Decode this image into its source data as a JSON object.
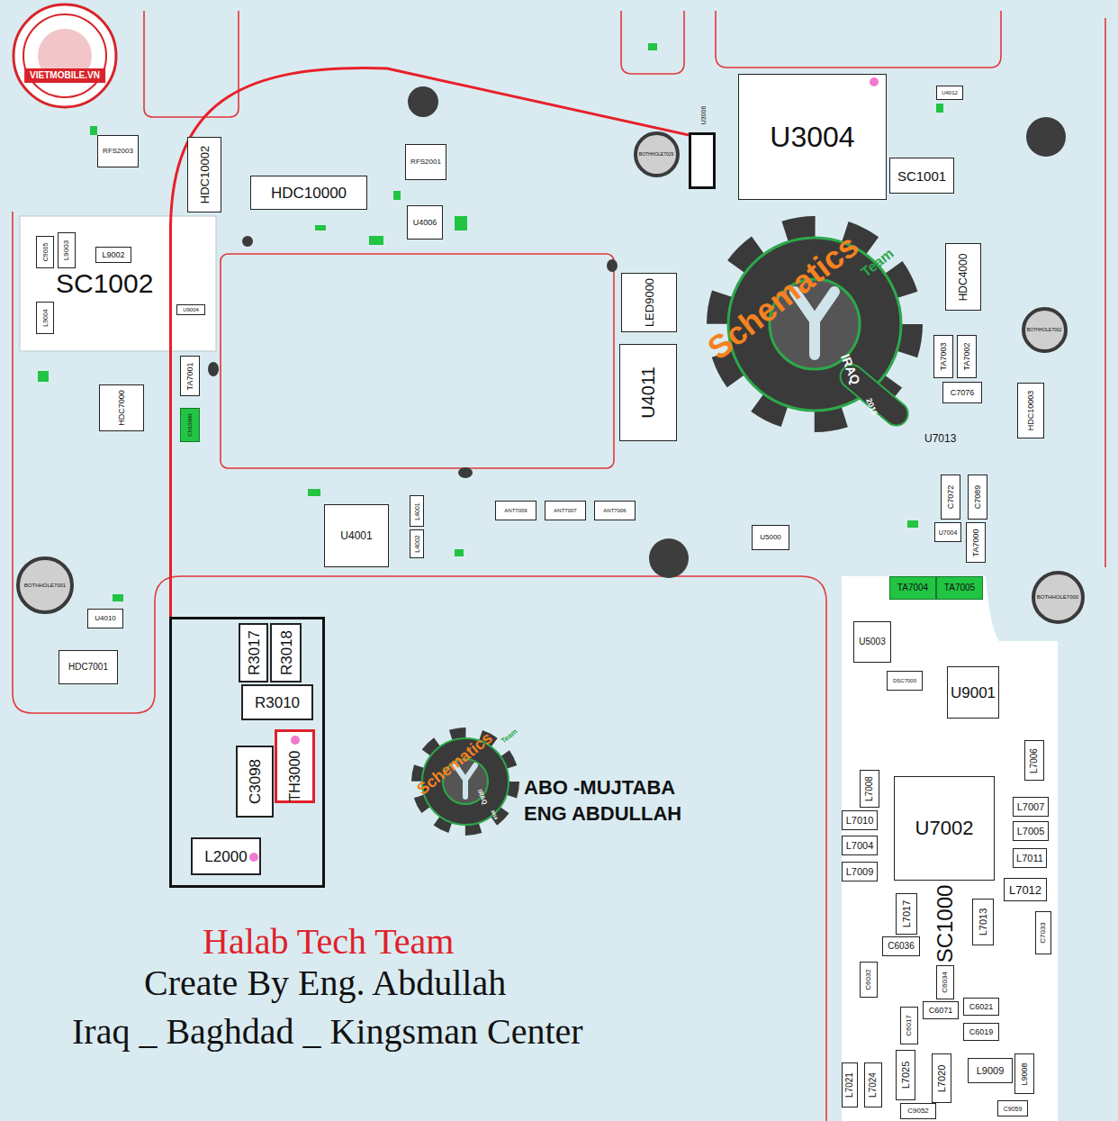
{
  "diagram": {
    "nodes": [
      {
        "text": [
          "RFS2003"
        ]
      },
      {
        "text": [
          "U3006"
        ]
      },
      {
        "text": [
          "U3004"
        ]
      },
      {
        "text": [
          "U4012"
        ]
      },
      {
        "text": [
          "BOTHHOLE7029"
        ]
      },
      {
        "text": [
          "HDC10002"
        ]
      },
      {
        "text": [
          "HDC10000"
        ]
      },
      {
        "text": [
          "RFS2001"
        ]
      },
      {
        "text": [
          "SC1001"
        ]
      },
      {
        "text": [
          "U4006"
        ]
      },
      {
        "text": [
          "HDC4000"
        ]
      },
      {
        "text": [
          "C9005"
        ]
      },
      {
        "text": [
          "L9003"
        ]
      },
      {
        "text": [
          "L9002"
        ]
      },
      {
        "text": [
          "LED9000"
        ]
      },
      {
        "text": [
          "L9004"
        ]
      },
      {
        "text": [
          "U9004"
        ]
      },
      {
        "text": [
          "BOTHHOLE7002"
        ]
      },
      {
        "text": [
          "TA7003"
        ]
      },
      {
        "text": [
          "TA7002"
        ]
      },
      {
        "text": [
          "U4011"
        ]
      },
      {
        "text": [
          "TA7001"
        ]
      },
      {
        "text": [
          "HDC7000"
        ]
      },
      {
        "text": [
          "C7076"
        ]
      },
      {
        "text": [
          "HDC10003"
        ]
      },
      {
        "text": [
          "CN10000"
        ]
      },
      {
        "text": [
          "C7072"
        ]
      },
      {
        "text": [
          "C7089"
        ]
      },
      {
        "text": [
          "L4001"
        ]
      },
      {
        "text": [
          "ANT7009"
        ]
      },
      {
        "text": [
          "ANT7007"
        ]
      },
      {
        "text": [
          "ANT7006"
        ]
      },
      {
        "text": [
          "U4001"
        ]
      },
      {
        "text": [
          "U7004"
        ]
      },
      {
        "text": [
          "U5000"
        ]
      },
      {
        "text": [
          "TA7000"
        ]
      },
      {
        "text": [
          "L4002"
        ]
      },
      {
        "text": [
          "BOTHHOLE7001"
        ]
      },
      {
        "text": [
          "TA7004"
        ]
      },
      {
        "text": [
          "TA7005"
        ]
      },
      {
        "text": [
          "BOTHHOLE7000"
        ]
      },
      {
        "text": [
          "U4010"
        ]
      },
      {
        "text": []
      },
      {
        "text": [
          "R3017"
        ],
        "in": 42
      },
      {
        "text": [
          "R3018"
        ],
        "in": 42
      },
      {
        "text": [
          "U5003"
        ]
      },
      {
        "text": [
          "HDC7001"
        ]
      },
      {
        "text": [
          "U9001"
        ]
      },
      {
        "text": [
          "DSC7000"
        ]
      },
      {
        "text": [
          "R3010"
        ],
        "in": 42
      },
      {
        "text": [
          "TH3000"
        ],
        "in": 42
      },
      {
        "text": [
          "C3098"
        ],
        "in": 42
      },
      {
        "text": [
          "L7006"
        ]
      },
      {
        "text": [
          "L7008"
        ]
      },
      {
        "text": [
          "U7002"
        ]
      },
      {
        "text": [
          "L7007"
        ]
      },
      {
        "text": [
          "L7010"
        ]
      },
      {
        "text": [
          "L7005"
        ]
      },
      {
        "text": [
          "L7004"
        ]
      },
      {
        "text": [
          "L7011"
        ]
      },
      {
        "text": [
          "L7009"
        ]
      },
      {
        "text": [
          "L2000"
        ],
        "in": 42
      },
      {
        "text": [
          "L7012"
        ]
      },
      {
        "text": [
          "L7017"
        ]
      },
      {
        "text": [
          "L7013"
        ]
      },
      {
        "text": [
          "C7033"
        ]
      },
      {
        "text": [
          "C6036"
        ]
      },
      {
        "text": [
          "C6032"
        ]
      },
      {
        "text": [
          "C6034"
        ]
      },
      {
        "text": [
          "C6071"
        ]
      },
      {
        "text": [
          "C6021"
        ]
      },
      {
        "text": [
          "C6017"
        ]
      },
      {
        "text": [
          "C6019"
        ]
      },
      {
        "text": [
          "L9009"
        ]
      },
      {
        "text": [
          "L9008"
        ]
      },
      {
        "text": [
          "L7021"
        ]
      },
      {
        "text": [
          "L7024"
        ]
      },
      {
        "text": [
          "L7025"
        ]
      },
      {
        "text": [
          "L7020"
        ]
      },
      {
        "text": [
          "C9052"
        ]
      },
      {
        "text": [
          "C9059"
        ]
      }
    ],
    "edges": [
      {
        "from": 1,
        "to": 42,
        "arrow": "none"
      }
    ],
    "labels": [
      "VIETMOBILE.VN",
      "Schematics",
      "Team",
      "IRAQ",
      "2016",
      "Schematics",
      "Team",
      "IRAQ",
      "2016",
      "ABO -MUJTABA",
      "ENG ABDULLAH",
      "Halab Tech Team",
      "Create By Eng. Abdullah",
      "Iraq _ Baghdad _ Kingsman Center",
      "SC1002",
      "SC1000",
      "U7013"
    ]
  }
}
